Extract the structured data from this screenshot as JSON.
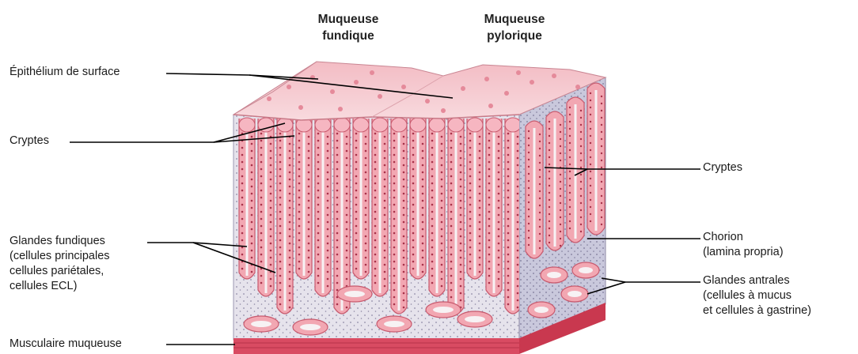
{
  "headers": {
    "fundic": [
      "Muqueuse",
      "fundique"
    ],
    "pyloric": [
      "Muqueuse",
      "pylorique"
    ]
  },
  "labels": {
    "surface_epithelium": "Épithélium de surface",
    "crypts_left": "Cryptes",
    "fundic_glands": [
      "Glandes fundiques",
      "(cellules principales",
      "cellules pariétales,",
      "cellules ECL)"
    ],
    "muscularis": "Musculaire muqueuse",
    "crypts_right": "Cryptes",
    "chorion": [
      "Chorion",
      "(lamina propria)"
    ],
    "antral_glands": [
      "Glandes antrales",
      "(cellules à mucus",
      "et cellules à gastrine)"
    ]
  },
  "colors": {
    "gland_fill": "#f2a7b2",
    "gland_stroke": "#c85a6e",
    "surface_pink": "#f6c9cf",
    "stroma": "#e4e1ea",
    "side_stroma": "#c9c8dc",
    "muscle": "#d94b62",
    "leader": "#000000"
  }
}
